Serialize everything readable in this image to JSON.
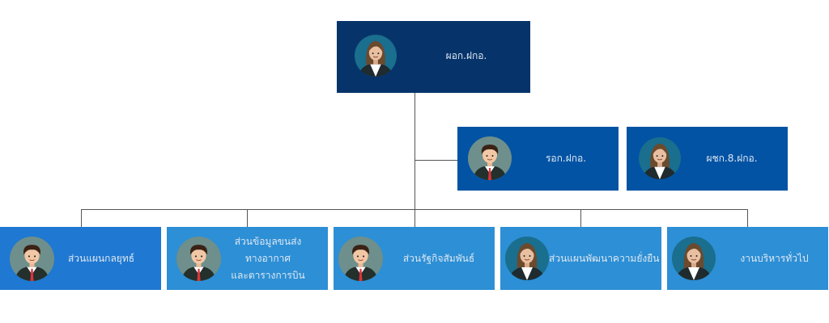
{
  "colors": {
    "top": "#06346a",
    "mid": "#0353a4",
    "bottom": "#2d8fd5",
    "bottom_first": "#1f78d1",
    "line": "#555555"
  },
  "top": {
    "label": "ผอก.ฝกอ.",
    "avatar": "female-avatar-icon"
  },
  "mid": [
    {
      "label": "รอก.ฝกอ.",
      "avatar": "male-avatar-icon"
    },
    {
      "label": "ผชก.8.ฝกอ.",
      "avatar": "female-avatar-icon"
    }
  ],
  "bottom": [
    {
      "lines": [
        "ส่วนแผนกลยุทธ์"
      ],
      "avatar": "male-avatar-icon"
    },
    {
      "lines": [
        "ส่วนข้อมูลขนส่ง",
        "ทางอากาศ",
        "และตารางการบิน"
      ],
      "avatar": "male-avatar-icon"
    },
    {
      "lines": [
        "ส่วนรัฐกิจสัมพันธ์"
      ],
      "avatar": "male-avatar-icon"
    },
    {
      "lines": [
        "ส่วนแผนพัฒนาความยั่งยืน"
      ],
      "avatar": "female-avatar-icon"
    },
    {
      "lines": [
        "งานบริหารทั่วไป"
      ],
      "avatar": "female-avatar-icon"
    }
  ]
}
